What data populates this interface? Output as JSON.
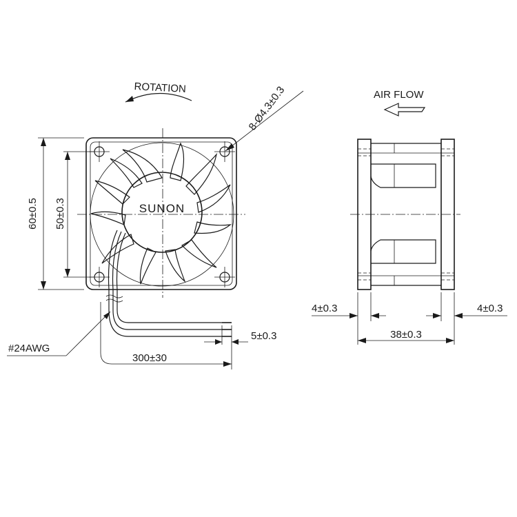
{
  "front_view": {
    "brand": "SUNON",
    "rotation_label": "ROTATION",
    "hole_callout": "8-Ø4.3±0.3",
    "outer_dim": "60±0.5",
    "hole_pitch_dim": "50±0.3",
    "wire_gauge": "#24AWG",
    "lead_length": "300±30",
    "strip_length": "5±0.3"
  },
  "side_view": {
    "airflow_label": "AIR FLOW",
    "flange_left": "4±0.3",
    "flange_right": "4±0.3",
    "depth_dim": "38±0.3"
  }
}
